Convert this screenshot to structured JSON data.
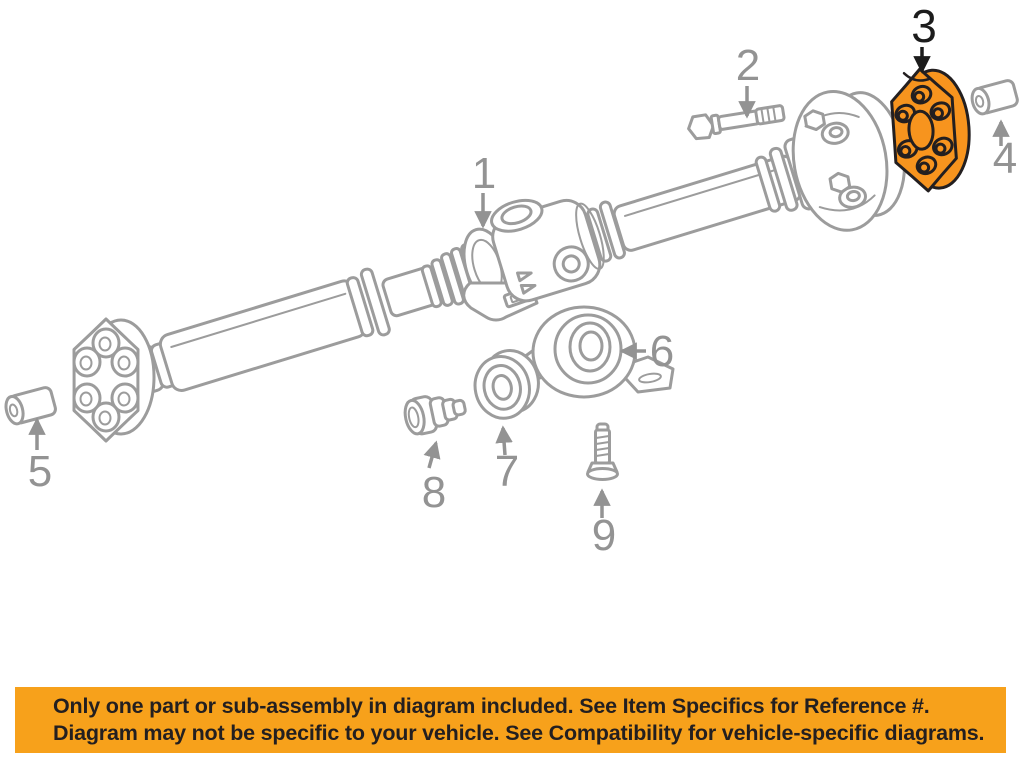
{
  "colors": {
    "line": "#9c9c9c",
    "label": "#939393",
    "highlight_fill": "#f7941e",
    "highlight_outline": "#231f20",
    "banner_bg": "#f7a11b",
    "banner_text": "#231f20",
    "background": "#ffffff"
  },
  "callouts": [
    {
      "num": "1",
      "highlighted": false
    },
    {
      "num": "2",
      "highlighted": false
    },
    {
      "num": "3",
      "highlighted": true
    },
    {
      "num": "4",
      "highlighted": false
    },
    {
      "num": "5",
      "highlighted": false
    },
    {
      "num": "6",
      "highlighted": false
    },
    {
      "num": "7",
      "highlighted": false
    },
    {
      "num": "8",
      "highlighted": false
    },
    {
      "num": "9",
      "highlighted": false
    }
  ],
  "banner": {
    "line1": "Only one part or sub-assembly in diagram included. See Item Specifics for Reference #.",
    "line2": "Diagram may not be specific to your vehicle. See Compatibility for vehicle-specific diagrams."
  }
}
